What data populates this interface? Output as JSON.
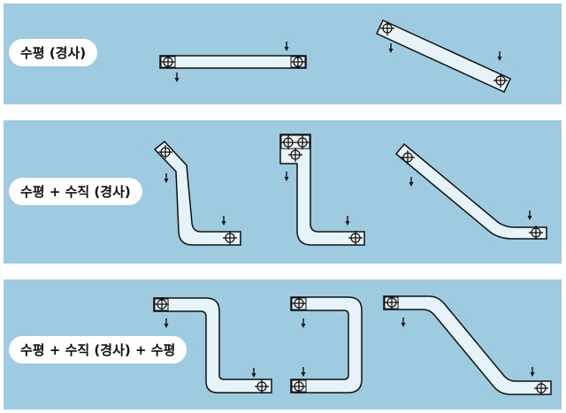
{
  "labels": {
    "horizontal_inclined": "수평 (경사)",
    "horizontal_vertical_inclined": "수평 + 수직 (경사)",
    "horizontal_vertical_inclined_horizontal": "수평 + 수직 (경사) + 수평"
  },
  "colors": {
    "panel_background": "#9ecbe0",
    "conveyor_fill": "#e6f4fa",
    "outline": "#111111"
  },
  "icons": [
    "pulley-marker-icon",
    "load-direction-arrow-icon"
  ]
}
